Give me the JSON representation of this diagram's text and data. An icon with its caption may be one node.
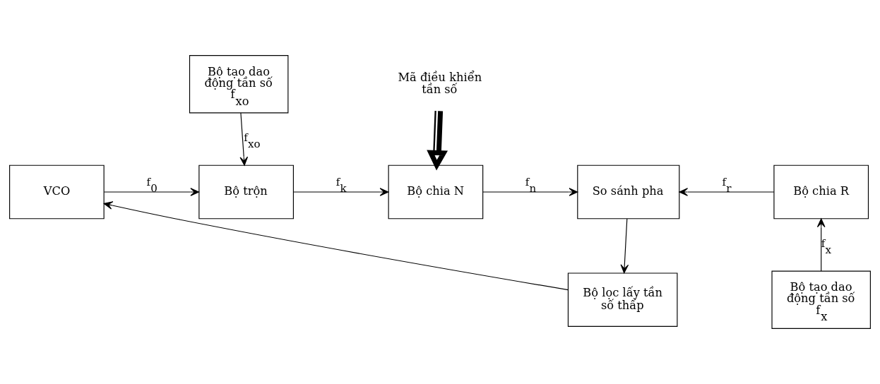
{
  "diagram": {
    "nodes": [
      {
        "text": [
          "VCO"
        ]
      },
      {
        "text": [
          "Bộ tạo dao động tần số f$_{xo}$"
        ]
      },
      {
        "text": [
          "Bộ trộn"
        ]
      },
      {
        "text": [
          "Mã điều khiển tần số"
        ]
      },
      {
        "text": [
          "Bộ chia N"
        ]
      },
      {
        "text": [
          "So sánh pha"
        ]
      },
      {
        "text": [
          "Bộ chia R"
        ]
      },
      {
        "text": [
          "Bộ lọc lấy tần số thấp"
        ]
      },
      {
        "text": [
          "Bộ tạo dao động tần số f$_{x}$"
        ]
      }
    ],
    "edges": [
      {
        "from": 0,
        "to": 2,
        "arrow": "to",
        "label": "f$_{0}$"
      },
      {
        "from": 1,
        "to": 2,
        "arrow": "to",
        "label": "f$_{xo}$"
      },
      {
        "from": 3,
        "to": 4,
        "arrow": "to",
        "style": "thick"
      },
      {
        "from": 2,
        "to": 4,
        "arrow": "to",
        "label": "f$_{k}$"
      },
      {
        "from": 4,
        "to": 5,
        "arrow": "to",
        "label": "f$_{n}$"
      },
      {
        "from": 6,
        "to": 5,
        "arrow": "to",
        "label": "f$_{r}$"
      },
      {
        "from": 8,
        "to": 6,
        "arrow": "to",
        "label": "f$_{x}$"
      },
      {
        "from": 5,
        "to": 7,
        "arrow": "to"
      },
      {
        "from": 7,
        "to": 0,
        "arrow": "to"
      }
    ]
  }
}
